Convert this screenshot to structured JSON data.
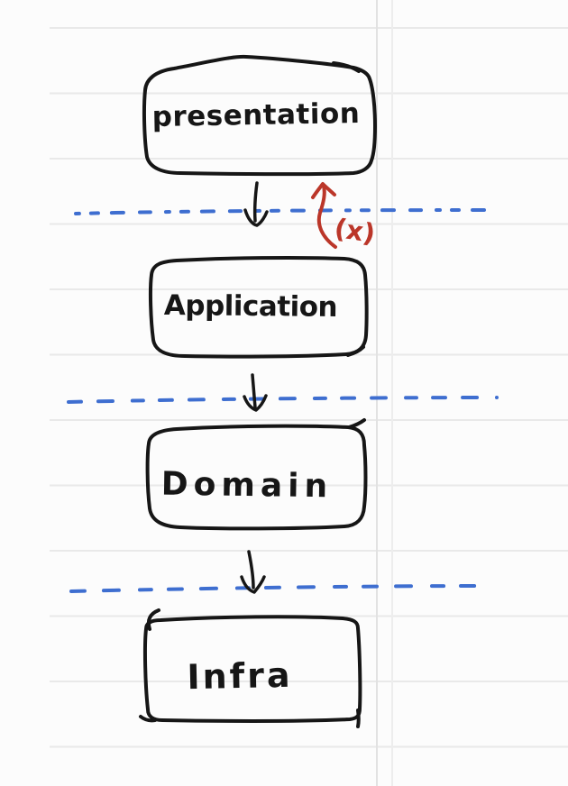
{
  "colors": {
    "paper": "#fcfcfc",
    "ruled_line": "#e9e9e9",
    "margin_line": "#e2e2e2",
    "ink": "#161616",
    "separator_blue": "#3e6ed0",
    "forbidden_red": "#bb3629"
  },
  "diagram": {
    "style": "hand-drawn sketch on ruled notebook paper",
    "nodes": [
      {
        "id": "presentation",
        "label": "presentation",
        "shape": "rounded-rectangle"
      },
      {
        "id": "application",
        "label": "Application",
        "shape": "rounded-rectangle"
      },
      {
        "id": "domain",
        "label": "Domain",
        "shape": "rounded-rectangle"
      },
      {
        "id": "infra",
        "label": "Infra",
        "shape": "rectangle"
      }
    ],
    "edges": [
      {
        "from": "presentation",
        "to": "application",
        "type": "down-arrow",
        "color": "ink"
      },
      {
        "from": "application",
        "to": "domain",
        "type": "down-arrow",
        "color": "ink"
      },
      {
        "from": "domain",
        "to": "infra",
        "type": "down-arrow",
        "color": "ink"
      },
      {
        "from": "application",
        "to": "presentation",
        "type": "up-arrow-crossing-boundary",
        "color": "forbidden_red",
        "annotation": "(x)"
      }
    ],
    "separators": [
      {
        "between": [
          "presentation",
          "application"
        ],
        "style": "blue-dashed-line"
      },
      {
        "between": [
          "application",
          "domain"
        ],
        "style": "blue-dashed-line"
      },
      {
        "between": [
          "domain",
          "infra"
        ],
        "style": "blue-dashed-line"
      }
    ]
  }
}
